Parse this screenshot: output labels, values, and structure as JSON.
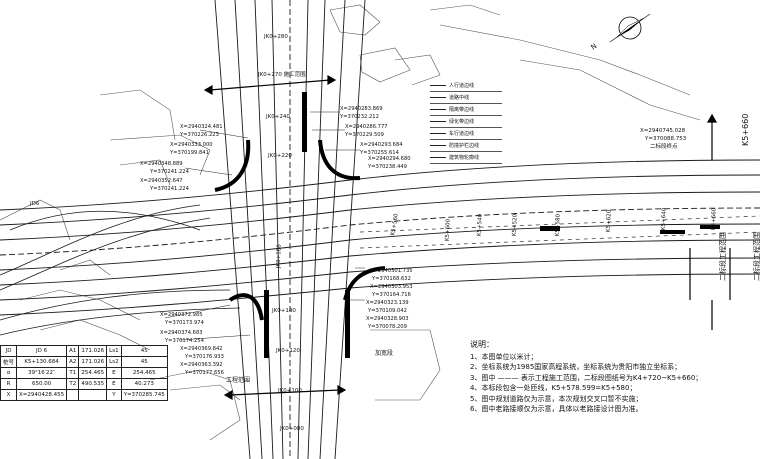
{
  "colors": {
    "road_line": "#1a1a1a",
    "black_fill": "#000000",
    "paper": "#ffffff",
    "dim_gray": "#6e6e6e"
  },
  "north_label": "N",
  "chainage_labels": {
    "top_k1": "JK0+280",
    "top_k2": "JK0+240",
    "top_k3": "JK0+220",
    "top_boundary": "JK0+270 施工范围",
    "mid_k": "JK0+180",
    "bot_k1": "JK0+120",
    "bot_k2": "JK0+100",
    "bot_k3": "JK0+080",
    "bot_k4": "JK0+140",
    "road_k1": "K5+580",
    "road_k2": "K5+560",
    "road_k3": "K5+540",
    "road_k4": "K5+520",
    "road_k5": "K5+600",
    "road_k6": "K5+620",
    "road_k7": "K5+640",
    "road_k8": "K5+660",
    "jd6": "JD6"
  },
  "end_label": {
    "k_right": "K5+660",
    "right_coord_x": "X=2940745.028",
    "right_coord_y": "Y=370088.753",
    "right_note": "二标段终点",
    "vertical1": "二标段工程范围",
    "vertical2": "二标段工程范围",
    "work_scope": "工程范围",
    "sidewalk": "加宽段"
  },
  "coords": [
    "X=2940283.869",
    "Y=370232.212",
    "X=2940286.777",
    "Y=370229.509",
    "X=2940293.684",
    "Y=370255.614",
    "X=2940294.680",
    "Y=370238.449",
    "X=2940324.481",
    "Y=370226.223",
    "X=2940333.000",
    "Y=370199.841",
    "X=2940348.889",
    "Y=370241.224",
    "X=2940352.647",
    "Y=370241.224",
    "X=2940301.735",
    "Y=370168.632",
    "X=2940303.953",
    "Y=370164.716",
    "X=2940323.139",
    "Y=370109.042",
    "X=2940328.903",
    "Y=370078.209",
    "X=2940372.985",
    "Y=370173.974",
    "X=2940374.683",
    "Y=370174.254",
    "X=2940369.842",
    "Y=370176.933",
    "X=2940363.392",
    "Y=370177.656"
  ],
  "legend": [
    "人行道边线",
    "道路中线",
    "隔离带边线",
    "绿化带边线",
    "车行道边线",
    "防撞护栏边线",
    "建筑物轮廓线"
  ],
  "curve_table": {
    "rows": [
      [
        "JD",
        "JD 6",
        "A1",
        "171.026",
        "Ls1",
        "45"
      ],
      [
        "桩号",
        "K5+130.684",
        "A2",
        "171.026",
        "Ls2",
        "45"
      ],
      [
        "α",
        "39°16′22″",
        "T1",
        "254.465",
        "E",
        "254.465"
      ],
      [
        "R",
        "650.00",
        "T2",
        "490.535",
        "E",
        "40.273"
      ],
      [
        "X",
        "X=2940428.455",
        "",
        "",
        "Y",
        "Y=370285.745"
      ]
    ]
  },
  "notes": {
    "heading": "说明：",
    "items": [
      "1、本图单位以米计；",
      "2、坐标系统为1985国家高程系统，坐标系统为贵阳市独立坐标系；",
      "3、图中 ——— 表示工程施工范围，二标段图纸号为K4+720~K5+660；",
      "4、本标段包含一处匝线，K5+578.599=K5+580；",
      "5、图中规划道路仅为示意，本次规划交叉口暂不实施；",
      "6、图中老路接顺仅为示意，具体以老路接设计图为准。"
    ]
  }
}
